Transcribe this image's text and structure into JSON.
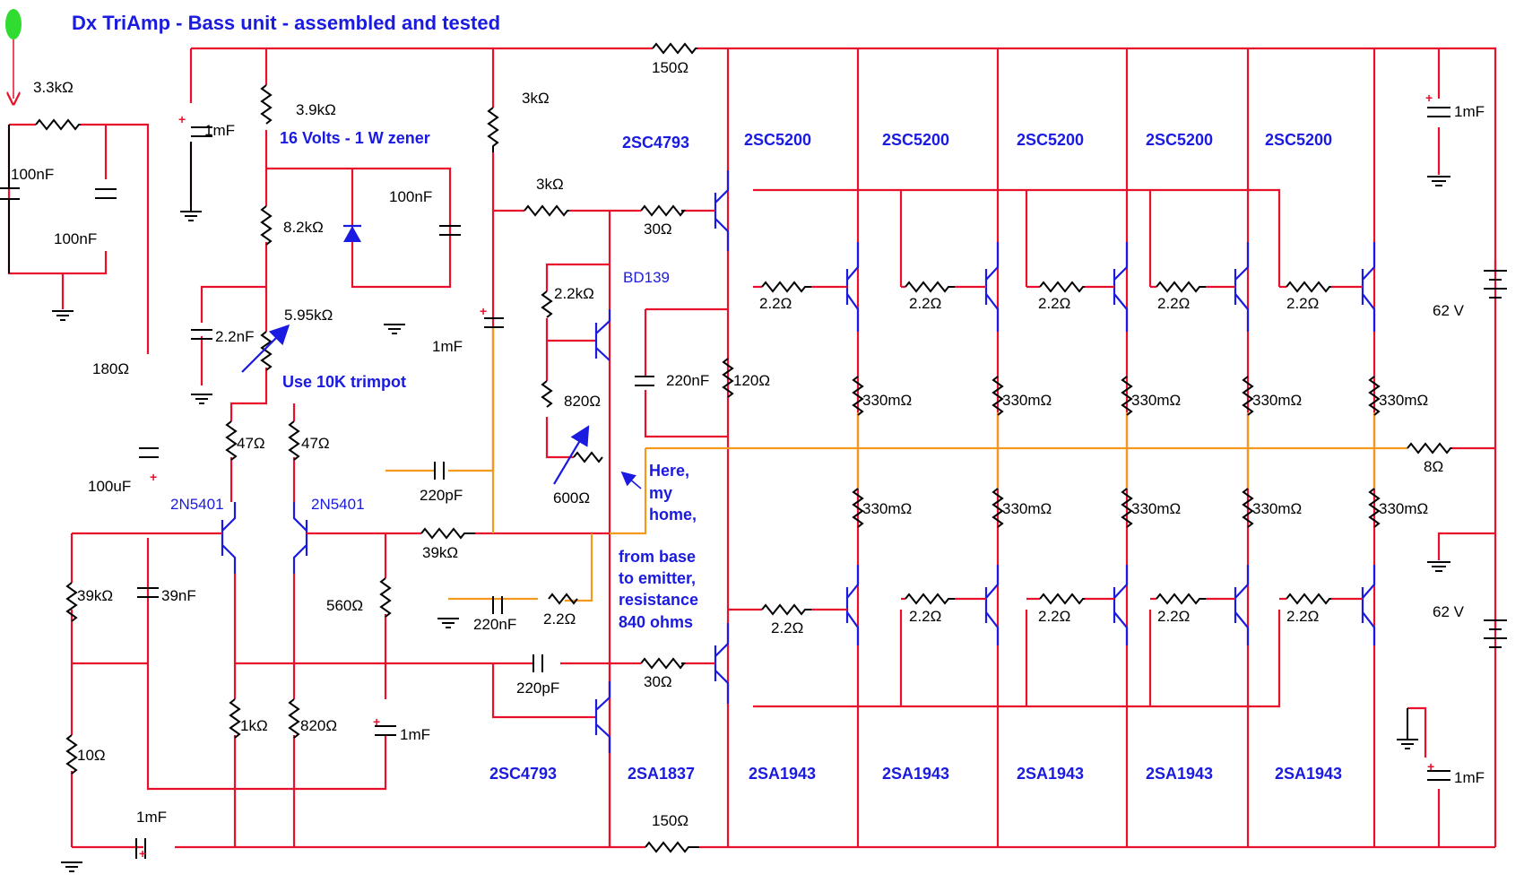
{
  "title": "Dx TriAmp - Bass unit - assembled and tested",
  "resistor_labels": [
    "3.3kΩ",
    "150Ω",
    "3.9kΩ",
    "3kΩ",
    "3kΩ",
    "30Ω",
    "8.2kΩ",
    "2.2kΩ",
    "820Ω",
    "180Ω",
    "5.95kΩ",
    "47Ω",
    "47Ω",
    "120Ω",
    "39kΩ",
    "600Ω",
    "560Ω",
    "2.2Ω",
    "39kΩ",
    "30Ω",
    "1kΩ",
    "820Ω",
    "10Ω",
    "150Ω",
    "2.2Ω",
    "8Ω"
  ],
  "capacitor_labels": [
    "1mF",
    "100nF",
    "100nF",
    "100nF",
    "2.2nF",
    "1mF",
    "220nF",
    "100uF",
    "220pF",
    "39nF",
    "220nF",
    "220pF",
    "1mF",
    "1mF",
    "1mF",
    "1mF"
  ],
  "transistor_labels": {
    "top": [
      "2SC4793",
      "2SC5200",
      "2SC5200",
      "2SC5200",
      "2SC5200",
      "2SC5200"
    ],
    "bottom": [
      "2SC4793",
      "2SA1837",
      "2SA1943",
      "2SA1943",
      "2SA1943",
      "2SA1943",
      "2SA1943"
    ],
    "driver": "BD139",
    "input_pair": [
      "2N5401",
      "2N5401"
    ]
  },
  "output_stage": {
    "base_resistor": "2.2Ω",
    "emitter_resistor": "330mΩ",
    "columns": 5
  },
  "zener_label": "16 Volts - 1 W zener",
  "trimpot_note": "Use 10K trimpot",
  "supply_labels": [
    "62 V",
    "62 V"
  ],
  "note_lines": [
    "Here,",
    "my",
    "home,",
    "",
    "from base",
    "to emitter,",
    "resistance",
    "840 ohms"
  ],
  "colors": {
    "wire": "#e8102a",
    "signal_wire": "#f39a1e",
    "component": "#000000",
    "annotation": "#1a1ae0",
    "input_marker": "#2fdc2f"
  }
}
